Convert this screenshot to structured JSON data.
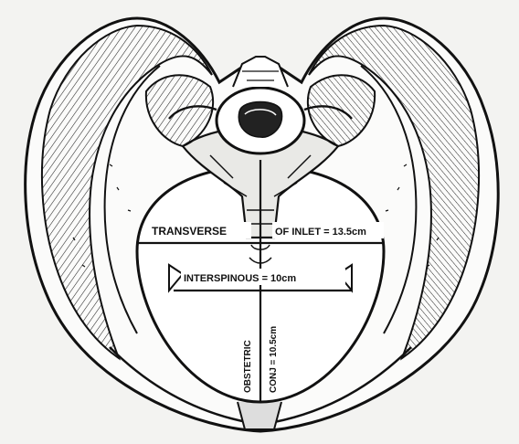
{
  "labels": {
    "transverse": "TRANSVERSE",
    "transverse_value": "OF INLET = 13.5cm",
    "interspinous": "INTERSPINOUS = 10cm",
    "obstetric_line1": "OBSTETRIC",
    "obstetric_line2": "CONJ = 10.5cm"
  },
  "colors": {
    "ink": "#111111",
    "paper": "#f3f3f1"
  }
}
